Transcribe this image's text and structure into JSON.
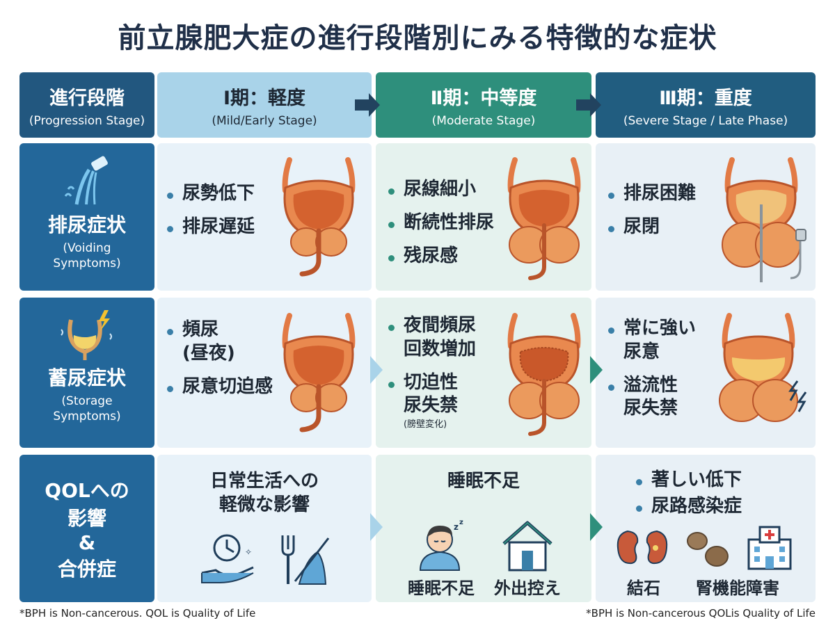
{
  "title": "前立腺肥大症の進行段階別にみる特徴的な症状",
  "header": {
    "label_jp": "進行段階",
    "label_en": "(Progression Stage)",
    "stage1_jp": "Ⅰ期：軽度",
    "stage1_en": "(Mild/Early Stage)",
    "stage2_jp": "Ⅱ期：中等度",
    "stage2_en": "(Moderate Stage)",
    "stage3_jp": "Ⅲ期：重度",
    "stage3_en": "(Severe Stage / Late Phase)"
  },
  "voiding": {
    "label_jp": "排尿症状",
    "label_en": "(Voiding\nSymptoms)",
    "s1": [
      "尿勢低下",
      "排尿遅延"
    ],
    "s2": [
      "尿線細小",
      "断続性排尿",
      "残尿感"
    ],
    "s3": [
      "排尿困難",
      "尿閉"
    ]
  },
  "storage": {
    "label_jp": "蓄尿症状",
    "label_en": "(Storage\nSymptoms)",
    "s1_a": "頻尿",
    "s1_a2": "(昼夜)",
    "s1_b": "尿意切迫感",
    "s2_a": "夜間頻尿",
    "s2_a2": "回数増加",
    "s2_b": "切迫性",
    "s2_b2": "尿失禁",
    "s2_note": "(膀壁変化)",
    "s3_a": "常に強い",
    "s3_a2": "尿意",
    "s3_b": "溢流性",
    "s3_b2": "尿失禁"
  },
  "qol": {
    "label_1": "QOLへの",
    "label_2": "影響",
    "label_3": "&",
    "label_4": "合併症",
    "s1_line1": "日常生活への",
    "s1_line2": "軽微な影響",
    "s2_title": "睡眠不足",
    "s2_icon1": "睡眠不足",
    "s2_icon2": "外出控え",
    "s3_b1": "著しい低下",
    "s3_b2": "尿路感染症",
    "s3_icon1": "結石",
    "s3_icon2": "腎機能障害"
  },
  "footer": {
    "left": "*BPH is Non-cancerous.   QOL is Quality of Life",
    "right": "*BPH is Non-cancerous   QOLis Quality of Life"
  },
  "colors": {
    "header_label": "#22577f",
    "stage1": "#a9d3e9",
    "stage2": "#2e8f7c",
    "stage3": "#215d80",
    "row_label": "#23679a",
    "organ": "#e27a45"
  },
  "icons": [
    "water-jet-icon",
    "bladder-lightning-icon",
    "clock-hand-icon",
    "fork-icon",
    "sleeping-person-icon",
    "house-icon",
    "kidney-icon",
    "stones-icon",
    "hospital-icon",
    "catheter-icon"
  ]
}
